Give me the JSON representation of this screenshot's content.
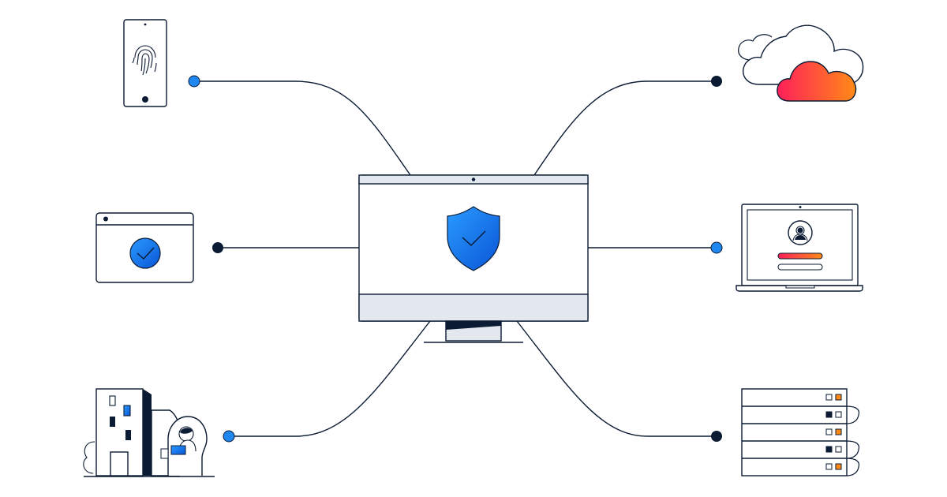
{
  "colors": {
    "line": "#0b1b33",
    "blue": "#1e88f0",
    "blue_dark": "#0b5ed7",
    "screen_bar": "#e3e8ee",
    "accent_red": "#ff1e5a",
    "accent_orange": "#ff8c1a"
  },
  "nodes": [
    {
      "name": "fingerprint-phone-icon",
      "connector": "blue"
    },
    {
      "name": "cloud-icon",
      "connector": "dark"
    },
    {
      "name": "verified-browser-window-icon",
      "connector": "dark"
    },
    {
      "name": "laptop-login-icon",
      "connector": "blue"
    },
    {
      "name": "office-building-remote-worker-icon",
      "connector": "blue"
    },
    {
      "name": "server-rack-icon",
      "connector": "dark"
    }
  ],
  "center": {
    "name": "desktop-monitor-shield-icon"
  }
}
